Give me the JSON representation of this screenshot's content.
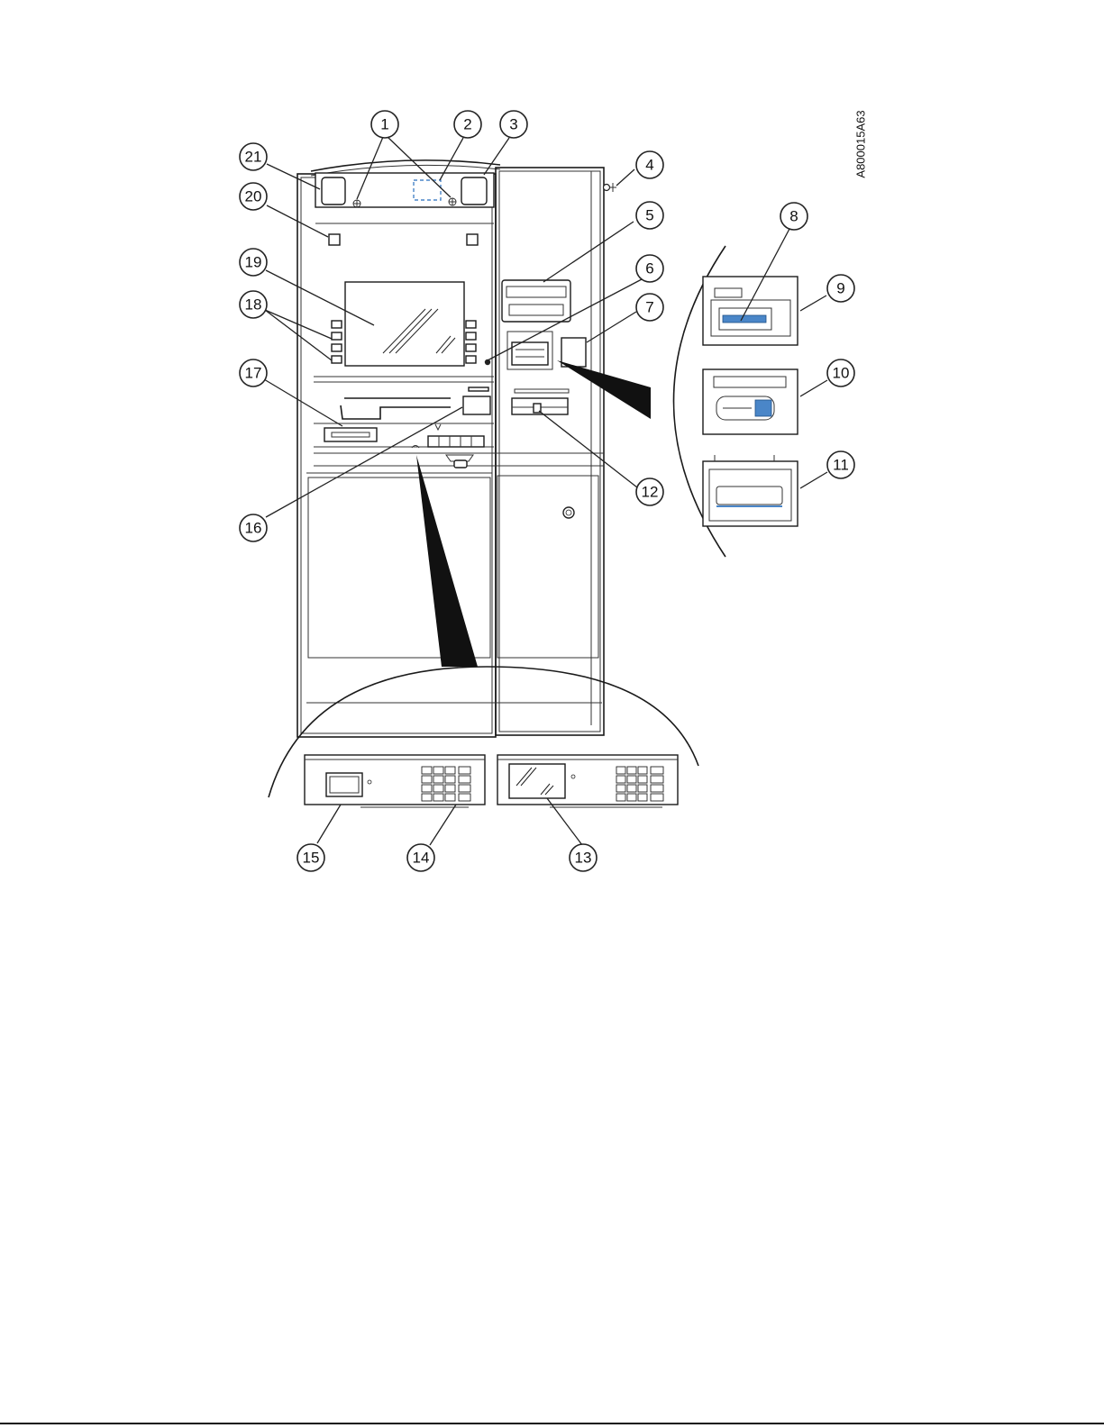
{
  "figure_id": "A800015A63",
  "callouts": [
    {
      "id": "c1",
      "label": "1"
    },
    {
      "id": "c2",
      "label": "2"
    },
    {
      "id": "c3",
      "label": "3"
    },
    {
      "id": "c4",
      "label": "4"
    },
    {
      "id": "c5",
      "label": "5"
    },
    {
      "id": "c6",
      "label": "6"
    },
    {
      "id": "c7",
      "label": "7"
    },
    {
      "id": "c8",
      "label": "8"
    },
    {
      "id": "c9",
      "label": "9"
    },
    {
      "id": "c10",
      "label": "10"
    },
    {
      "id": "c11",
      "label": "11"
    },
    {
      "id": "c12",
      "label": "12"
    },
    {
      "id": "c13",
      "label": "13"
    },
    {
      "id": "c14",
      "label": "14"
    },
    {
      "id": "c15",
      "label": "15"
    },
    {
      "id": "c16",
      "label": "16"
    },
    {
      "id": "c17",
      "label": "17"
    },
    {
      "id": "c18",
      "label": "18"
    },
    {
      "id": "c19",
      "label": "19"
    },
    {
      "id": "c20",
      "label": "20"
    },
    {
      "id": "c21",
      "label": "21"
    }
  ],
  "colors": {
    "line": "#1a1a1a",
    "accent": "#4a86c8",
    "background": "#ffffff"
  }
}
